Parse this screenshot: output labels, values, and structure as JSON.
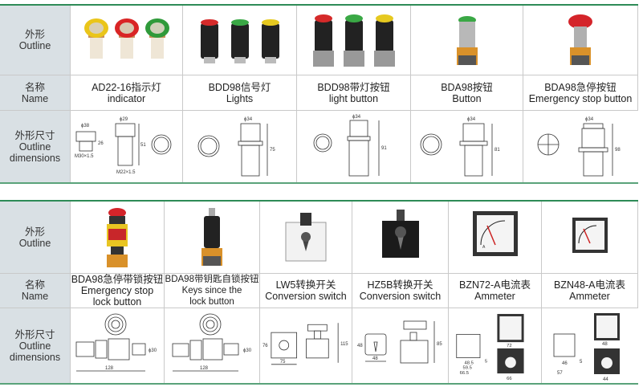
{
  "row_headers": {
    "outline": {
      "zh": "外形",
      "en": "Outline"
    },
    "name": {
      "zh": "名称",
      "en": "Name"
    },
    "dims": {
      "zh": "外形尺寸",
      "en1": "Outline",
      "en2": "dimensions"
    }
  },
  "table1": [
    {
      "zh": "AD22-16指示灯",
      "en": "indicator",
      "dims": [
        "ϕ38",
        "M30×1.5",
        "26",
        "ϕ29",
        "51",
        "M22×1.5"
      ]
    },
    {
      "zh": "BDD98信号灯",
      "en": "Lights",
      "dims": [
        "ϕ34",
        "75"
      ]
    },
    {
      "zh": "BDD98带灯按钮",
      "en": "light button",
      "dims": [
        "ϕ34",
        "91"
      ]
    },
    {
      "zh": "BDA98按钮",
      "en": "Button",
      "dims": [
        "ϕ34",
        "81"
      ]
    },
    {
      "zh": "BDA98急停按钮",
      "en": "Emergency stop button",
      "dims": [
        "ϕ34",
        "98"
      ]
    }
  ],
  "table2": [
    {
      "zh": "BDA98急停带锁按钮",
      "en": "Emergency stop",
      "en2": "lock button",
      "dims": [
        "ϕ30",
        "128"
      ]
    },
    {
      "zh": "BDA98带钥匙自锁按钮",
      "en": "Keys since the",
      "en2": "lock button",
      "dims": [
        "ϕ30",
        "128"
      ]
    },
    {
      "zh": "LW5转换开关",
      "en": "Conversion switch",
      "dims": [
        "76",
        "75",
        "115"
      ]
    },
    {
      "zh": "HZ5B转换开关",
      "en": "Conversion switch",
      "dims": [
        "48",
        "48",
        "85"
      ]
    },
    {
      "zh": "BZN72-A电流表",
      "en": "Ammeter",
      "dims": [
        "48.5",
        "59.5",
        "66.5",
        "5",
        "72",
        "66"
      ]
    },
    {
      "zh": "BZN48-A电流表",
      "en": "Ammeter",
      "dims": [
        "46",
        "57",
        "5",
        "48",
        "44"
      ]
    }
  ],
  "colors": {
    "header_bg": "#d9e0e4",
    "rule": "#2e8b57",
    "red": "#d8262b",
    "green": "#2e9a3e",
    "yellow": "#f0d020"
  }
}
